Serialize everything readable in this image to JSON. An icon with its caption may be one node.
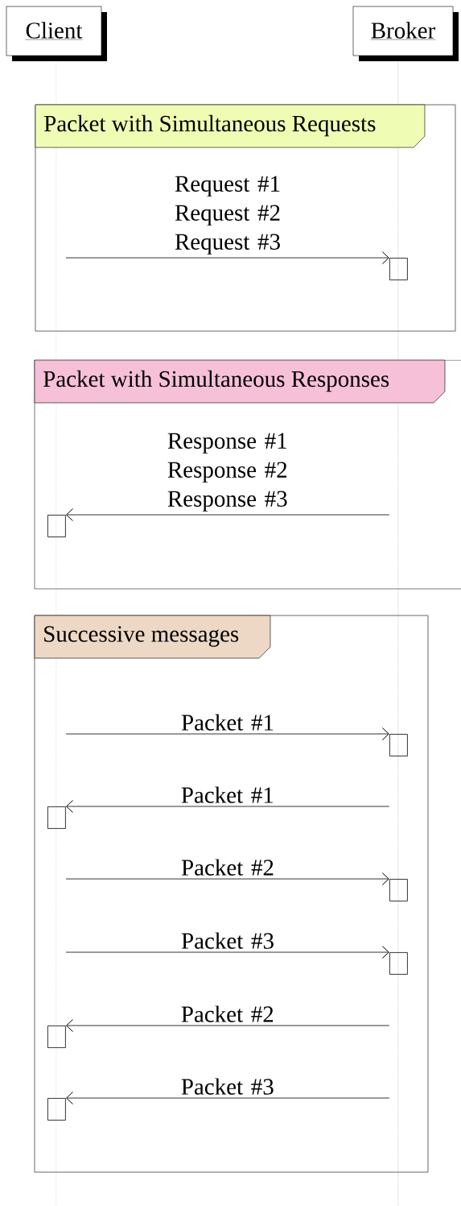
{
  "diagram": {
    "nodes": [
      {
        "text": [
          "Client"
        ]
      },
      {
        "text": [
          "Broker"
        ]
      },
      {
        "text": [
          "Packet with Simultaneous Requests"
        ]
      },
      {
        "text": [
          "Packet with Simultaneous Responses"
        ]
      },
      {
        "text": [
          "Successive messages"
        ]
      },
      {
        "text": [],
        "shape": "box",
        "in": 2
      },
      {
        "text": [],
        "shape": "box",
        "in": 3
      },
      {
        "text": [],
        "shape": "box",
        "in": 4
      },
      {
        "text": [],
        "shape": "box",
        "in": 4
      },
      {
        "text": [],
        "shape": "box",
        "in": 4
      },
      {
        "text": [],
        "shape": "box",
        "in": 4
      },
      {
        "text": [],
        "shape": "box",
        "in": 4
      },
      {
        "text": [],
        "shape": "box",
        "in": 4
      }
    ],
    "edges": [
      {
        "from": null,
        "to": 5,
        "arrow": "to",
        "label": "Request #1 Request #2 Request #3"
      },
      {
        "from": null,
        "to": 6,
        "arrow": "to",
        "label": "Response #1 Response #2 Response #3"
      },
      {
        "from": null,
        "to": 7,
        "arrow": "to",
        "label": "Packet #1"
      },
      {
        "from": null,
        "to": 8,
        "arrow": "to",
        "label": "Packet #1"
      },
      {
        "from": null,
        "to": 9,
        "arrow": "to",
        "label": "Packet #2"
      },
      {
        "from": null,
        "to": 10,
        "arrow": "to",
        "label": "Packet #3"
      },
      {
        "from": null,
        "to": 11,
        "arrow": "to",
        "label": "Packet #2"
      },
      {
        "from": null,
        "to": 12,
        "arrow": "to",
        "label": "Packet #3"
      }
    ]
  }
}
